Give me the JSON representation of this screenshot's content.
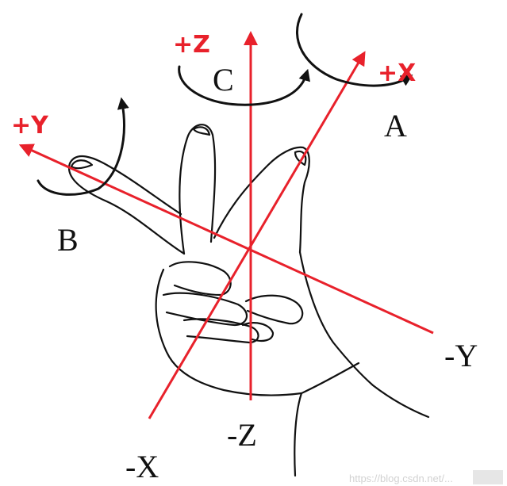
{
  "axes": {
    "pos_z": "+Z",
    "neg_z": "-Z",
    "pos_x": "+X",
    "neg_x": "-X",
    "pos_y": "+Y",
    "neg_y": "-Y"
  },
  "rotations": {
    "a": "A",
    "b": "B",
    "c": "C"
  },
  "watermark": "https://blog.csdn.net/...",
  "colors": {
    "axis": "#e8212b",
    "ink": "#111111",
    "background": "#ffffff"
  }
}
